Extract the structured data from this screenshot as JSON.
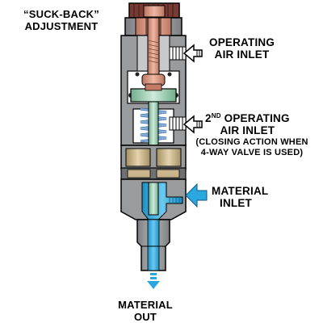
{
  "labels": {
    "suck_back": [
      "“SUCK-BACK”",
      "ADJUSTMENT"
    ],
    "operating_air_inlet": [
      "OPERATING",
      "AIR INLET"
    ],
    "second_operating_air_inlet": {
      "prefix": "2",
      "superscript": "ND",
      "line1_rest": " OPERATING",
      "line2": "AIR INLET"
    },
    "closing_note": [
      "(CLOSING ACTION WHEN",
      "4-WAY VALVE IS USED)"
    ],
    "material_inlet": [
      "MATERIAL",
      "INLET"
    ],
    "material_out": [
      "MATERIAL",
      "OUT"
    ]
  },
  "colors": {
    "body": "#9a9b9d",
    "body_dark": "#6f7073",
    "material": "#2aa7df",
    "tan": "#c9b48c",
    "tan_dark": "#a89366",
    "green": "#9ed0b4",
    "spring": "#8fb2dc",
    "copper": "#d79a86",
    "knob": "#7a3a34",
    "outline": "#000000"
  },
  "icons": [
    "air-arrow-icon",
    "material-arrow-icon",
    "out-arrow-icon"
  ]
}
